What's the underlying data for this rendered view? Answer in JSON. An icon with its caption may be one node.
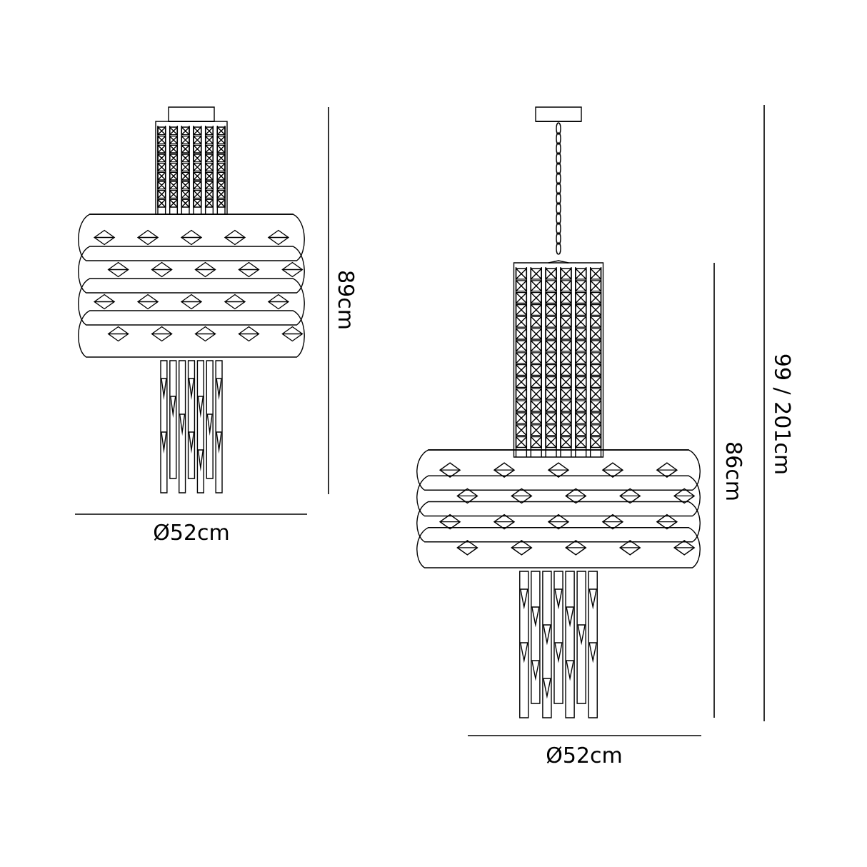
{
  "diagram": {
    "labels": [
      "89cm",
      "Ø52cm",
      "99 / 201cm",
      "86cm",
      "Ø52cm"
    ]
  }
}
